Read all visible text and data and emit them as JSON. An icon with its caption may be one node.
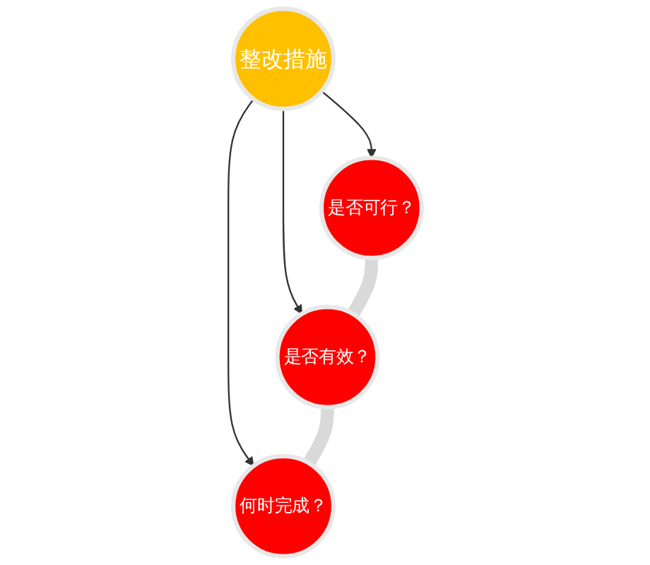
{
  "diagram": {
    "nodes": [
      {
        "text": [
          "整改措施"
        ]
      },
      {
        "text": [
          "是否可行？"
        ]
      },
      {
        "text": [
          "是否有效？"
        ]
      },
      {
        "text": [
          "何时完成？"
        ]
      }
    ],
    "edges": [
      {
        "from": 0,
        "to": 1,
        "arrow": "to"
      },
      {
        "from": 0,
        "to": 2,
        "arrow": "to"
      },
      {
        "from": 0,
        "to": 3,
        "arrow": "to"
      },
      {
        "from": 1,
        "to": 2,
        "arrow": "none",
        "style": "thick",
        "color": "#d9d9d9"
      },
      {
        "from": 2,
        "to": 3,
        "arrow": "none",
        "style": "thick",
        "color": "#d9d9d9"
      }
    ]
  }
}
